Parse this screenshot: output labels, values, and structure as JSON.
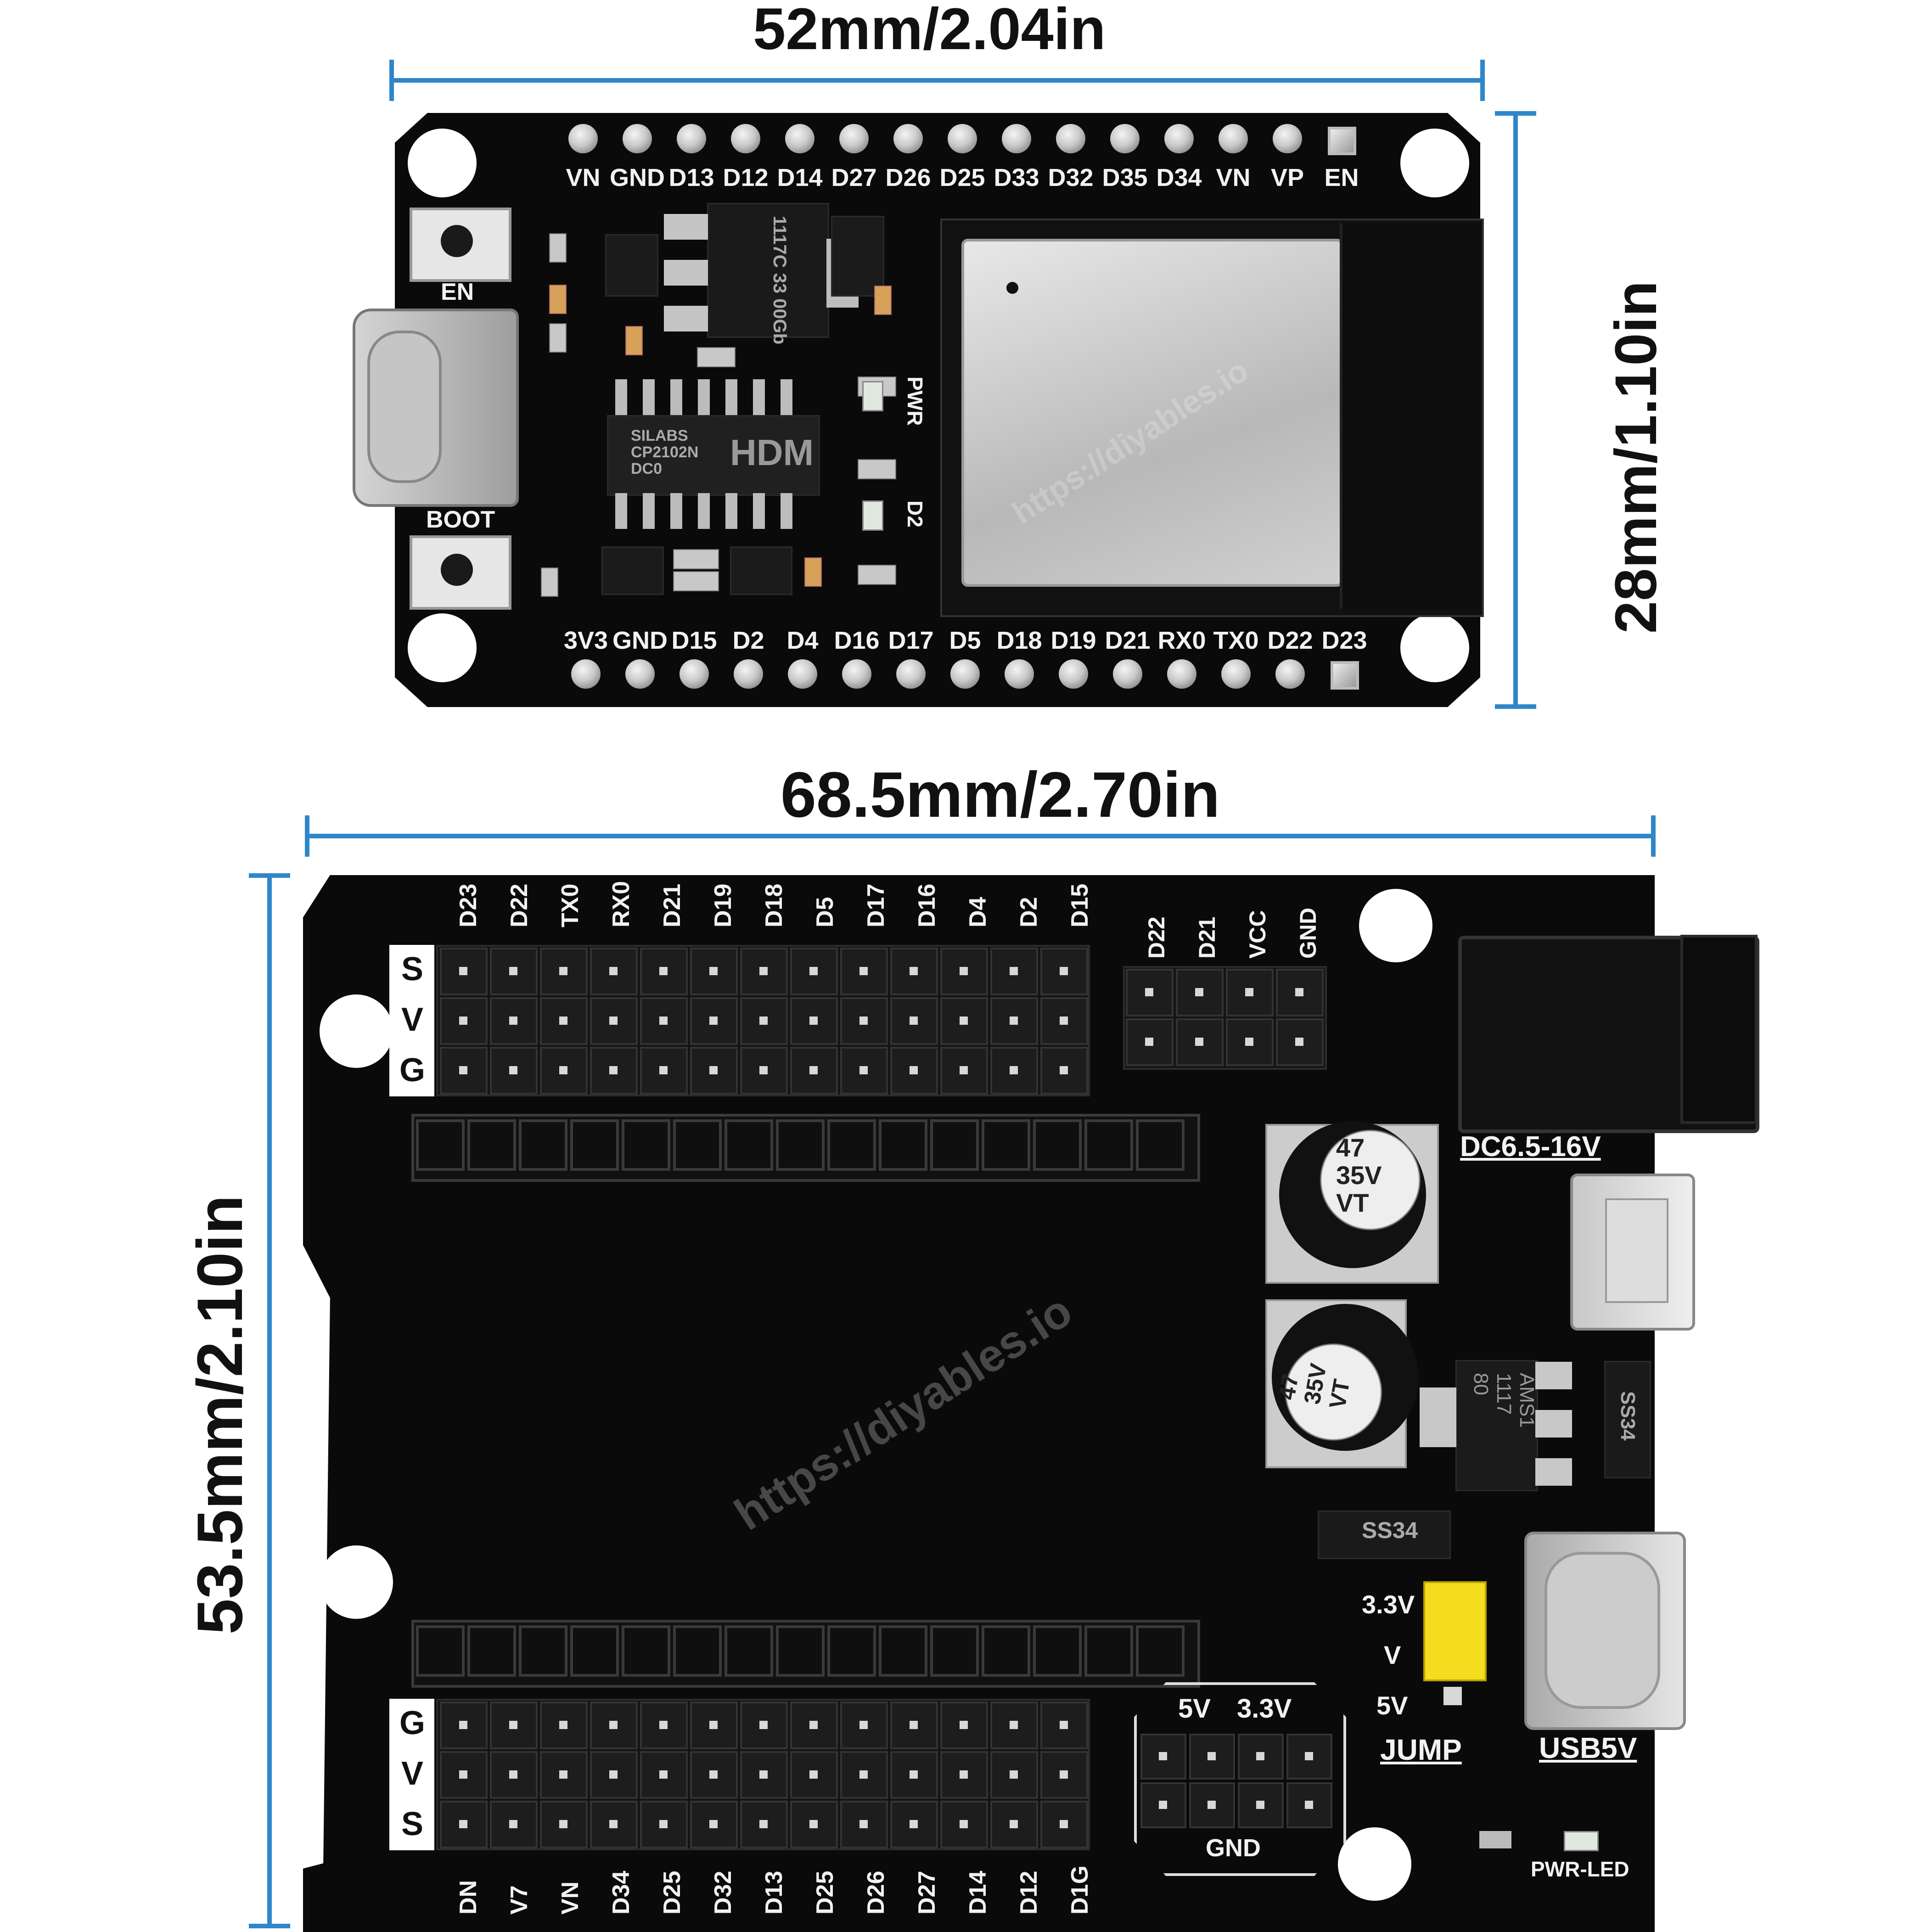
{
  "dimensions": {
    "top_width": "52mm/2.04in",
    "top_height": "28mm/1.10in",
    "bottom_width": "68.5mm/2.70in",
    "bottom_height": "53.5mm/2.10in"
  },
  "colors": {
    "dimension_line": "#2f86c9",
    "pcb": "#0a0a0a",
    "silkscreen": "#f2f2f2",
    "jumper": "#f5dc1e"
  },
  "esp32_board": {
    "top_pins": [
      "VN",
      "GND",
      "D13",
      "D12",
      "D14",
      "D27",
      "D26",
      "D25",
      "D33",
      "D32",
      "D35",
      "D34",
      "VN",
      "VP",
      "EN"
    ],
    "bottom_pins": [
      "3V3",
      "GND",
      "D15",
      "D2",
      "D4",
      "D16",
      "D17",
      "D5",
      "D18",
      "D19",
      "D21",
      "RX0",
      "TX0",
      "D22",
      "D23"
    ],
    "button_en": "EN",
    "button_boot": "BOOT",
    "chip_brand": "SILABS",
    "chip_model": "CP2102N",
    "chip_code": "DC0",
    "chip_logo": "HDM",
    "regulator_marking": "1117C 33 00Gb",
    "led_pwr_label": "PWR",
    "led_d2_label": "D2",
    "watermark": "https://diyables.io"
  },
  "expansion_board": {
    "top_header_labels": [
      "D23",
      "D22",
      "TX0",
      "RX0",
      "D21",
      "D19",
      "D18",
      "D5",
      "D17",
      "D16",
      "D4",
      "D2",
      "D15"
    ],
    "top_row_labels": [
      "S",
      "V",
      "G"
    ],
    "i2c_labels": [
      "D22",
      "D21",
      "VCC",
      "GND"
    ],
    "bottom_header_labels": [
      "DN",
      "V7",
      "VN",
      "D34",
      "D25",
      "D32",
      "D13",
      "D25",
      "D26",
      "D27",
      "D14",
      "D12",
      "D1G"
    ],
    "bottom_row_labels": [
      "G",
      "V",
      "S"
    ],
    "power_header_labels": [
      "5V",
      "3.3V",
      "GND"
    ],
    "dc_jack_label": "DC6.5-16V",
    "cap1_marking": [
      "47",
      "35V",
      "VT"
    ],
    "cap2_marking": [
      "47",
      "35V",
      "VT"
    ],
    "regulator_marking": [
      "AMS1",
      "1117",
      "80"
    ],
    "diode1": "SS34",
    "diode2": "SS34",
    "jumper_labels": [
      "3.3V",
      "V",
      "5V"
    ],
    "jumper_title": "JUMP",
    "usb_label": "USB5V",
    "pwr_led_label": "PWR-LED",
    "watermark": "https://diyables.io"
  }
}
